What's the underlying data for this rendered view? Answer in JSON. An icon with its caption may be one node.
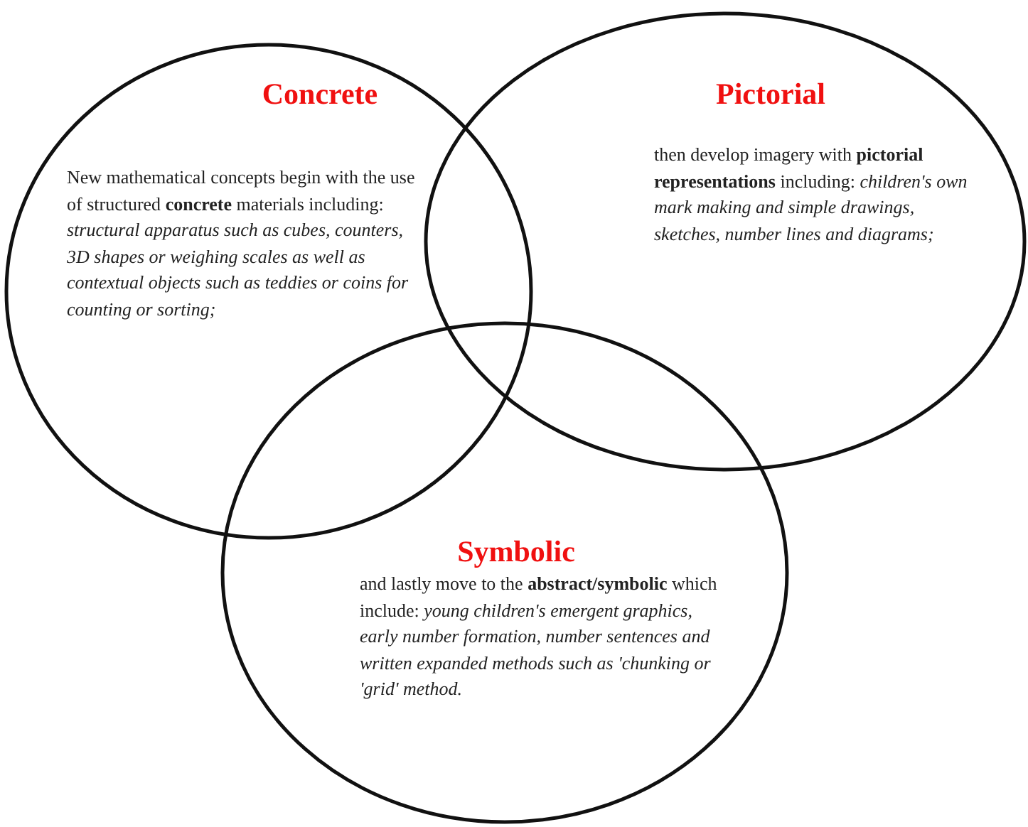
{
  "diagram": {
    "nodes": [
      {
        "text": [
          "Concrete",
          "New mathematical concepts begin with the use of structured **concrete** materials including: *structural apparatus such as cubes, counters, 3D shapes or weighing scales as well as contextual objects such as teddies or coins for counting or sorting;*"
        ]
      },
      {
        "text": [
          "Pictorial",
          "then develop imagery with **pictorial representations** including: *children's own mark making and simple drawings, sketches, number lines and diagrams;*"
        ]
      },
      {
        "text": [
          "Symbolic",
          "and lastly move to the **abstract/symbolic** which include: *young children's emergent graphics, early number formation, number sentences and written expanded methods such as 'chunking or 'grid' method.*"
        ]
      }
    ]
  }
}
